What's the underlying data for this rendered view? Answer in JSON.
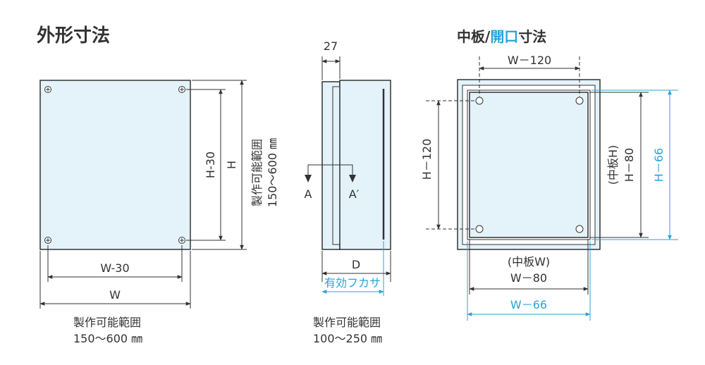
{
  "titles": {
    "outer": "外形寸法",
    "plate_prefix": "中板/",
    "plate_highlight": "開口",
    "plate_suffix": "寸法"
  },
  "front_view": {
    "dim_w30": "W-30",
    "dim_w": "W",
    "dim_h30": "H-30",
    "dim_h": "H",
    "range_vertical_1": "製作可能範囲",
    "range_vertical_2": "150～600 ㎜",
    "range_label": "製作可能範囲",
    "range_value": "150～600 ㎜"
  },
  "side_view": {
    "dim_27": "27",
    "section_a": "A",
    "section_a2": "A′",
    "dim_d": "D",
    "effective_lid": "有効フカサ",
    "range_label": "製作可能範囲",
    "range_value": "100～250 ㎜"
  },
  "plate_view": {
    "dim_w120": "W－120",
    "dim_h120": "H－120",
    "plate_h_label": "(中板H)",
    "dim_h80": "H－80",
    "dim_h66": "H－66",
    "plate_w_label": "(中板W)",
    "dim_w80": "W－80",
    "dim_w66": "W－66"
  },
  "colors": {
    "panel_fill": "#e4f3fa",
    "line": "#333333",
    "accent_blue": "#2aa3d8"
  }
}
